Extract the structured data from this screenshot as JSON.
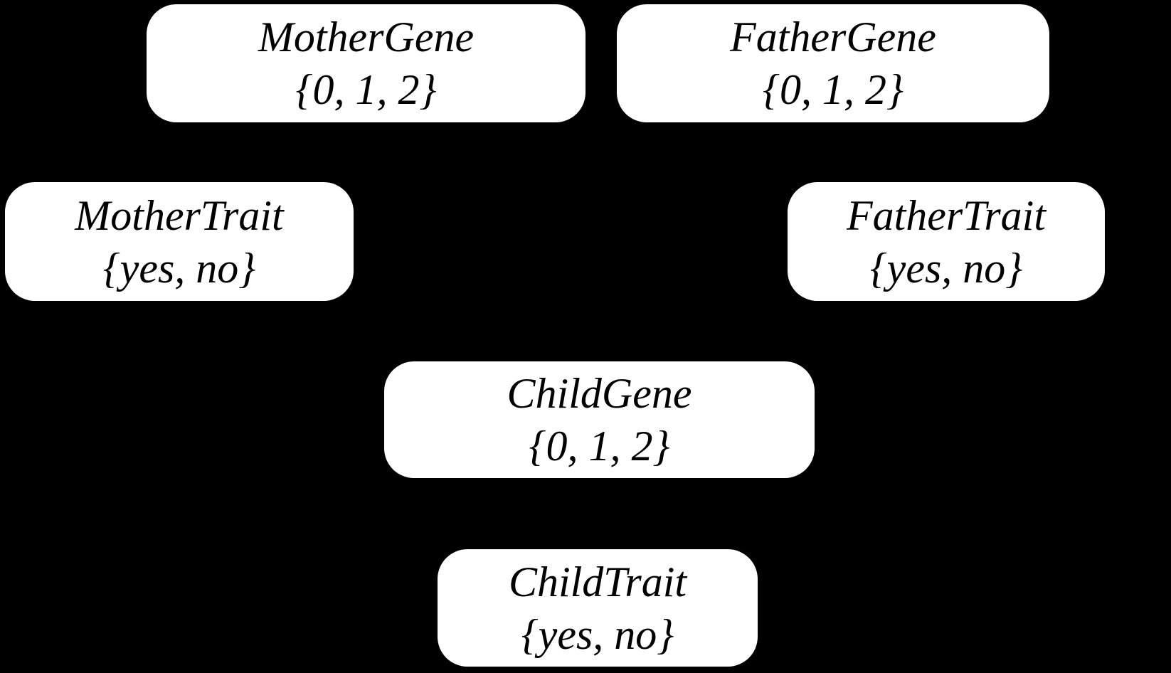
{
  "colors": {
    "bg": "#000000",
    "node-fill": "#ffffff",
    "text": "#000000"
  },
  "diagram": {
    "type": "bayesian-network",
    "nodes": [
      {
        "id": "mother-gene",
        "label": "MotherGene",
        "domain": "{0, 1, 2}"
      },
      {
        "id": "father-gene",
        "label": "FatherGene",
        "domain": "{0, 1, 2}"
      },
      {
        "id": "mother-trait",
        "label": "MotherTrait",
        "domain": "{yes, no}"
      },
      {
        "id": "father-trait",
        "label": "FatherTrait",
        "domain": "{yes, no}"
      },
      {
        "id": "child-gene",
        "label": "ChildGene",
        "domain": "{0, 1, 2}"
      },
      {
        "id": "child-trait",
        "label": "ChildTrait",
        "domain": "{yes, no}"
      }
    ]
  }
}
